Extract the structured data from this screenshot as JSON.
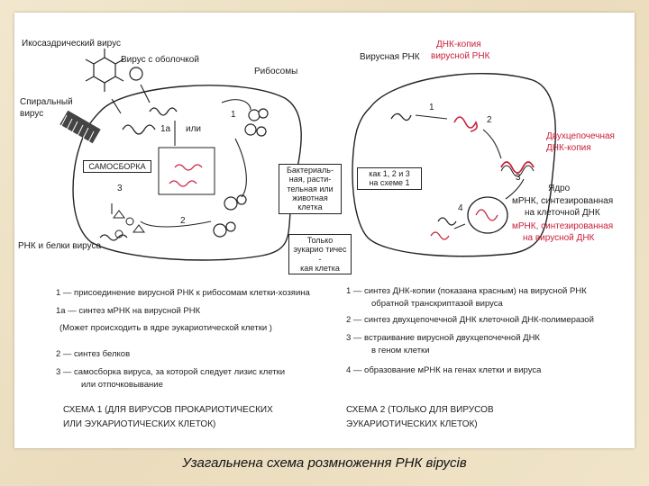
{
  "diagram": {
    "left_labels": {
      "icosahedral_virus": "Икосаэдрический вирус",
      "enveloped_virus": "Вирус с оболочкой",
      "helical_virus_1": "Спиральный",
      "helical_virus_2": "вирус",
      "ribosomes": "Рибосомы",
      "step_1": "1",
      "step_1a": "1а",
      "or": "или",
      "self_assembly": "САМОСБОРКА",
      "step_3": "3",
      "step_2": "2",
      "rna_proteins": "РНК и белки вируса",
      "host_cell_1": "Бактериаль-",
      "host_cell_2": "ная, расти-",
      "host_cell_3": "тельная или",
      "host_cell_4": "животная",
      "host_cell_5": "клетка",
      "eukaryotic_1": "Только",
      "eukaryotic_2": "эукарио тичес -",
      "eukaryotic_3": "кая   клетка"
    },
    "right_labels": {
      "viral_rna": "Вирусная РНК",
      "dna_copy_1": "ДНК-копия",
      "dna_copy_2": "вирусной РНК",
      "step_1": "1",
      "step_2": "2",
      "ds_dna_1": "Двухцепочечная",
      "ds_dna_2": "ДНК-копия",
      "as_1": "как 1, 2 и 3",
      "as_2": "на схеме 1",
      "step_3": "3",
      "nucleus": "Ядро",
      "mrna_cell_1": "мРНК, синтезированная",
      "mrna_cell_2": "на клеточной ДНК",
      "mrna_virus_1": "мРНК, синтезированная",
      "mrna_virus_2": "на вирусной ДНК",
      "step_4": "4"
    },
    "legend_left": {
      "l1": "1 — присоединение вирусной РНК к рибосомам клетки-хозяина",
      "l2": "1а  — синтез мРНК на вирусной РНК",
      "l3": "(Может происходить в ядре эукариотической клетки )",
      "l4": "2 — синтез белков",
      "l5": "3 — самосборка вируса, за которой следует лизис клетки",
      "l6": "или отпочковывание"
    },
    "legend_right": {
      "r1": "1 — синтез ДНК-копии (показана красным)  на вирусной РНК",
      "r2": "обратной транскриптазой вируса",
      "r3": "2 — синтез двухцепочечной ДНК клеточной ДНК-полимеразой",
      "r4": "3 — встраивание вирусной двухцепочечной ДНК",
      "r5": "в геном клетки",
      "r6": "4 — образование мРНК на генах клетки и вируса"
    },
    "scheme1_1": "СХЕМА 1 (ДЛЯ ВИРУСОВ ПРОКАРИОТИЧЕСКИХ",
    "scheme1_2": "ИЛИ ЭУКАРИОТИЧЕСКИХ КЛЕТОК)",
    "scheme2_1": "СХЕМА 2 (ТОЛЬКО ДЛЯ ВИРУСОВ",
    "scheme2_2": "ЭУКАРИОТИЧЕСКИХ КЛЕТОК)"
  },
  "caption": "Узагальнена схема розмноження РНК вірусів",
  "colors": {
    "dna_red": "#c8203a",
    "ink": "#1e1e1e",
    "slide_bg": "#efe3c8"
  }
}
